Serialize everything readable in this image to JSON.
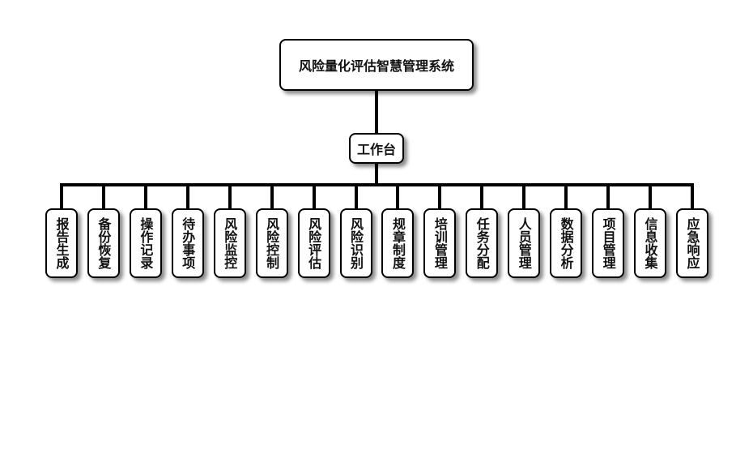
{
  "root": {
    "label": "风险量化评估智慧管理系统"
  },
  "workbench": {
    "label": "工作台"
  },
  "modules": [
    "报告生成",
    "备份恢复",
    "操作记录",
    "待办事项",
    "风险监控",
    "风险控制",
    "风险评估",
    "风险识别",
    "规章制度",
    "培训管理",
    "任务分配",
    "人员管理",
    "数据分析",
    "项目管理",
    "信息收集",
    "应急响应"
  ]
}
